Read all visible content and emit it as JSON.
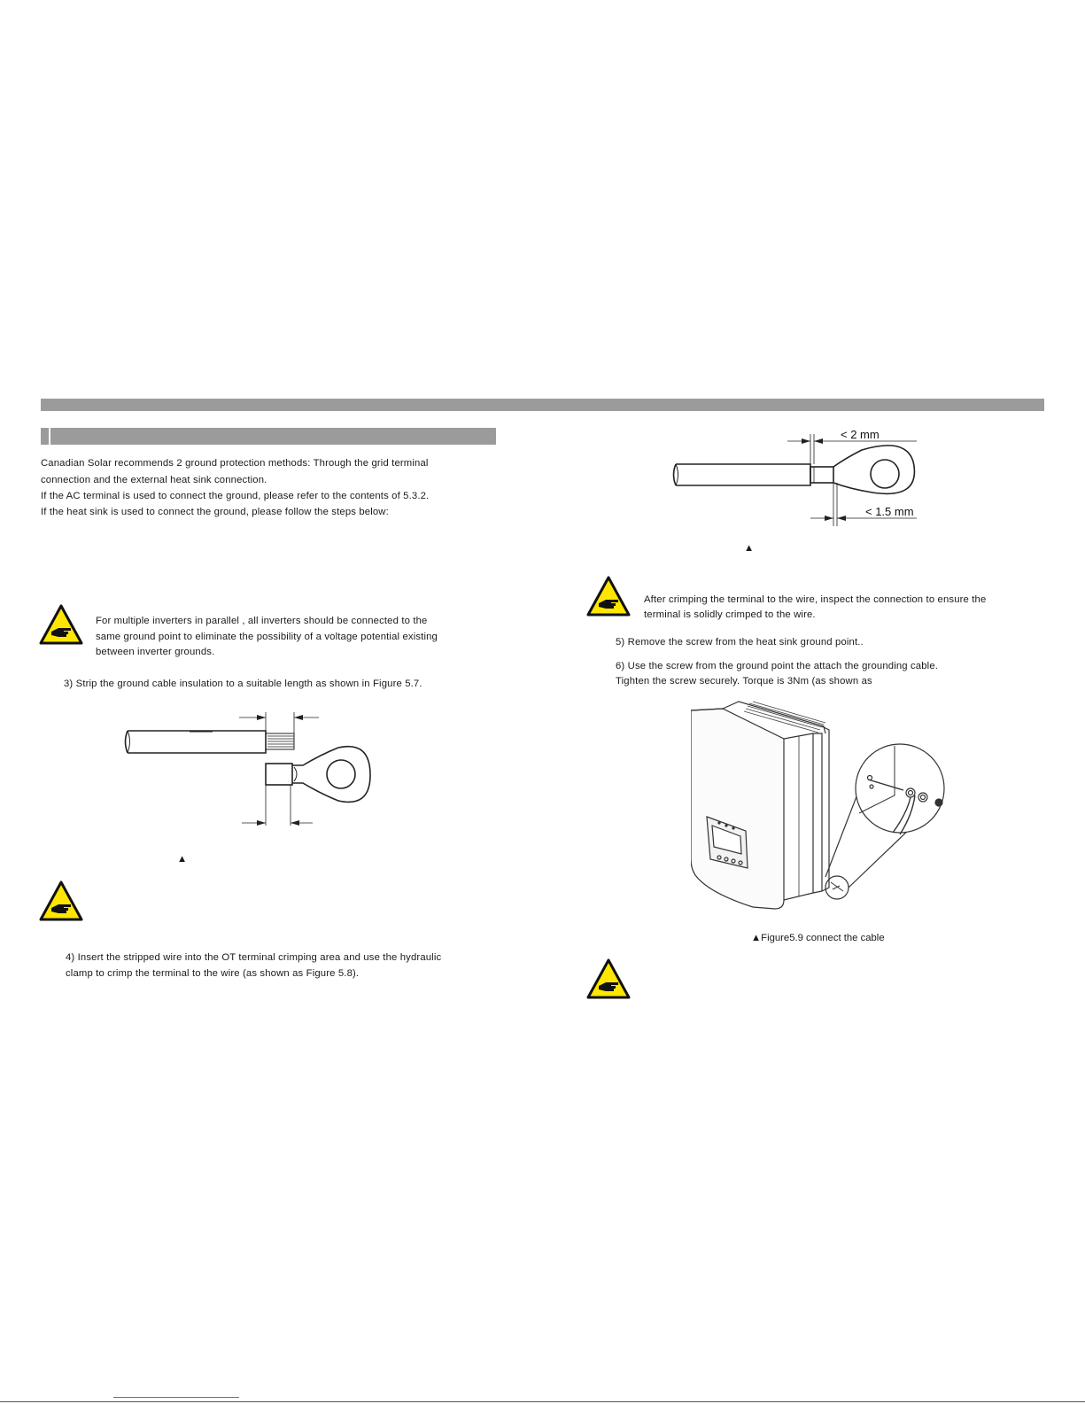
{
  "intro": {
    "line1": "Canadian Solar recommends 2 ground protection methods: Through the grid terminal",
    "line2": "connection and the external heat sink connection.",
    "line3": "If the AC terminal is used to connect the ground, please refer to the contents of 5.3.2.",
    "line4": "If the heat sink is used to connect the ground, please follow the steps below:"
  },
  "note_parallel": {
    "line1": "For multiple inverters in parallel , all inverters should be connected to the",
    "line2": "same ground point to eliminate the possibility of a voltage potential existing",
    "line3": "between inverter grounds."
  },
  "step3": "3) Strip the ground cable insulation to a suitable length as shown in Figure 5.7.",
  "fig57_marker": "▲",
  "step4": {
    "line1": "4) Insert the stripped wire into the OT terminal crimping area and use the hydraulic",
    "line2": "clamp to crimp the terminal to the wire (as shown as Figure 5.8)."
  },
  "fig58": {
    "dim_top": "< 2 mm",
    "dim_bottom": "< 1.5 mm",
    "marker": "▲"
  },
  "note_crimp": {
    "line1": "After crimping the terminal to the wire, inspect the connection to ensure the",
    "line2": "terminal is solidly crimped to the wire."
  },
  "step5": "5) Remove the screw from the heat sink ground point..",
  "step6": {
    "line1": "6) Use the screw from the ground point the attach the grounding cable.",
    "line2": "Tighten the screw securely. Torque is 3Nm (as shown as"
  },
  "fig59_caption": "▲Figure5.9 connect the cable",
  "colors": {
    "bar": "#9b9b9b",
    "warning_yellow": "#ffe600",
    "ink": "#1a1a1a"
  },
  "icons": [
    "warning-hand-icon"
  ]
}
